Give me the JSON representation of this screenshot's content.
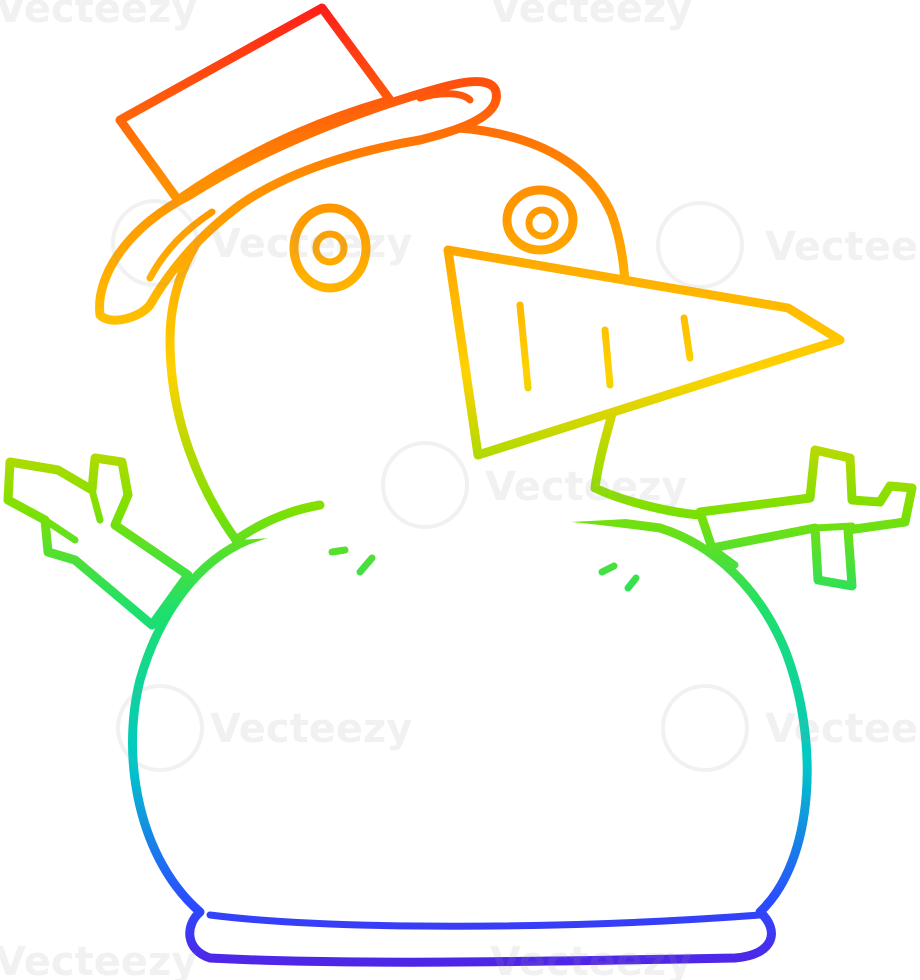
{
  "illustration": {
    "subject": "snowman",
    "style": "rainbow gradient line art",
    "gradient_colors": [
      "#ff1a1a",
      "#ff8c00",
      "#ffd200",
      "#7ee000",
      "#1fe06a",
      "#00c8c8",
      "#2a4cff",
      "#5a1ae0"
    ],
    "background_color": "#ffffff"
  },
  "watermark": {
    "text": "Vecteezy",
    "icon": "vecteezy-logo-icon"
  }
}
